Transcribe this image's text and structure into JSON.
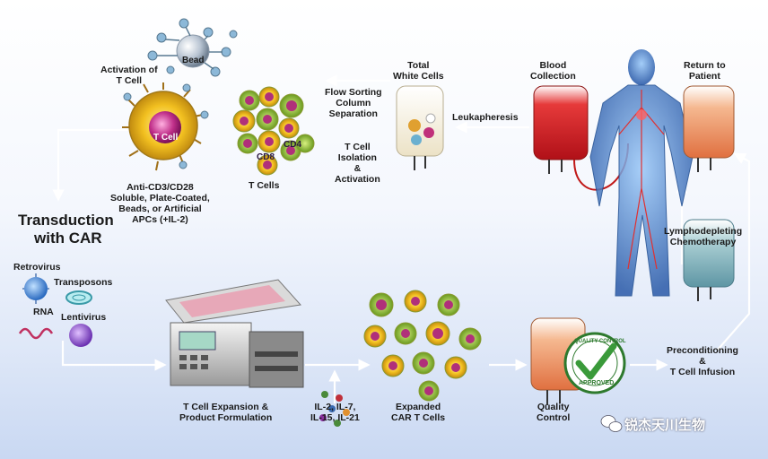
{
  "labels": {
    "activation_of": "Activation of",
    "t_cell_1": "T Cell",
    "bead": "Bead",
    "t_cell_center": "T Cell",
    "anti_cd3": "Anti-CD3/CD28",
    "soluble": "Soluble, Plate-Coated,",
    "beads_or": "Beads, or Artificial",
    "apcs": "APCs (+IL-2)",
    "cd4": "CD4",
    "cd8": "CD8",
    "t_cells": "T Cells",
    "flow_sorting": "Flow Sorting",
    "column": "Column",
    "separation": "Separation",
    "t_cell_iso": "T Cell",
    "isolation": "Isolation",
    "amp": "&",
    "activation": "Activation",
    "total": "Total",
    "white_cells": "White Cells",
    "leukapheresis": "Leukapheresis",
    "blood": "Blood",
    "collection": "Collection",
    "return_to": "Return to",
    "patient": "Patient",
    "lympho": "Lymphodepleting",
    "chemo": "Chemotherapy",
    "transduction": "Transduction",
    "with_car": "with CAR",
    "retrovirus": "Retrovirus",
    "transposons": "Transposons",
    "rna": "RNA",
    "lentivirus": "Lentivirus",
    "expansion_1": "T Cell Expansion &",
    "expansion_2": "Product Formulation",
    "il_1": "IL-2, IL-7,",
    "il_2": "IL-15, IL-21",
    "expanded": "Expanded",
    "car_t": "CAR T Cells",
    "quality": "Quality",
    "control": "Control",
    "precond": "Preconditioning",
    "amp2": "&",
    "infusion": "T Cell Infusion",
    "seal_top": "QUALITY CONTROL",
    "seal_bottom": "APPROVED",
    "watermark": "锐杰天川生物"
  },
  "colors": {
    "arrow": "#ffffff",
    "blood": "#d8242a",
    "body": "#3f7fcf",
    "approved_green": "#3a9a3a"
  }
}
